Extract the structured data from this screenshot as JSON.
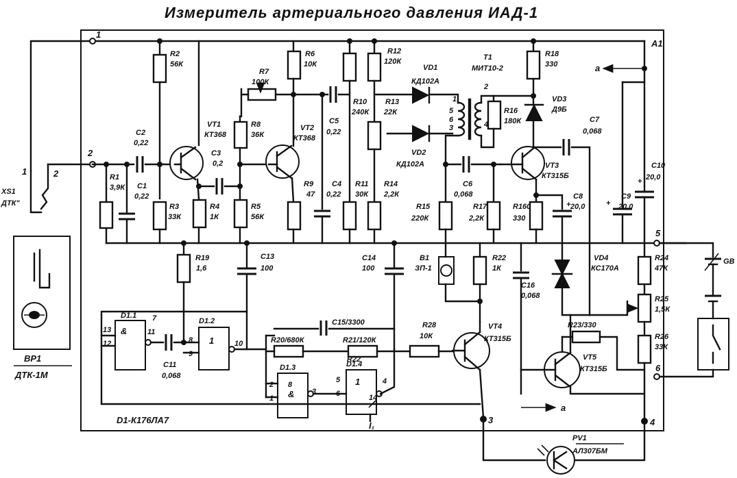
{
  "title": "Измеритель артериального давления ИАД-1",
  "board_label": "A1",
  "chip_label": "D1-К176ЛА7",
  "connector": {
    "ref": "XS1",
    "name": "ДТК\"",
    "pin1": "1",
    "pin2": "2"
  },
  "sensor": {
    "ref": "BP1",
    "name": "ДТК-1М"
  },
  "terminals": {
    "t1": "1",
    "t2": "2",
    "t3": "3",
    "t4": "4",
    "t5": "5",
    "t6": "6",
    "i1": "I₁"
  },
  "arrows": {
    "a_top": "a",
    "a_bottom": "a"
  },
  "resistors": {
    "R1": {
      "ref": "R1",
      "val": "3,9К"
    },
    "R2": {
      "ref": "R2",
      "val": "56К"
    },
    "R3": {
      "ref": "R3",
      "val": "33К"
    },
    "R4": {
      "ref": "R4",
      "val": "1К"
    },
    "R5": {
      "ref": "R5",
      "val": "56К"
    },
    "R6": {
      "ref": "R6",
      "val": "10К"
    },
    "R7": {
      "ref": "R7",
      "val": "100К"
    },
    "R8": {
      "ref": "R8",
      "val": "36К"
    },
    "R9": {
      "ref": "R9",
      "val": "47"
    },
    "R10": {
      "ref": "R10",
      "val": "240К"
    },
    "R11": {
      "ref": "R11",
      "val": "30К"
    },
    "R12": {
      "ref": "R12",
      "val": "120К"
    },
    "R13": {
      "ref": "R13",
      "val": "22К"
    },
    "R14": {
      "ref": "R14",
      "val": "2,2К"
    },
    "R15": {
      "ref": "R15",
      "val": "220К"
    },
    "R16": {
      "ref": "R16",
      "val": "180К"
    },
    "R17": {
      "ref": "R17",
      "val": "2,2К"
    },
    "R18": {
      "ref": "R18",
      "val": "330"
    },
    "R19": {
      "ref": "R19",
      "val": "1,6"
    },
    "R20": {
      "ref": "R20/680К",
      "val": ""
    },
    "R21": {
      "ref": "R21/120К",
      "val": ""
    },
    "R22": {
      "ref": "R22",
      "val": "1К"
    },
    "R23": {
      "ref": "R23/330",
      "val": ""
    },
    "R24": {
      "ref": "R24",
      "val": "47К"
    },
    "R25": {
      "ref": "R25",
      "val": "1,5К"
    },
    "R26": {
      "ref": "R26",
      "val": "33К"
    },
    "R28": {
      "ref": "R28",
      "val": "10К"
    },
    "R160": {
      "ref": "R160",
      "val": "330"
    }
  },
  "capacitors": {
    "C1": {
      "ref": "C1",
      "val": "0,22"
    },
    "C2": {
      "ref": "C2",
      "val": "0,22"
    },
    "C3": {
      "ref": "C3",
      "val": "0,2"
    },
    "C4": {
      "ref": "C4",
      "val": "0,22"
    },
    "C5": {
      "ref": "C5",
      "val": "0,22"
    },
    "C6": {
      "ref": "C6",
      "val": "0,068"
    },
    "C7": {
      "ref": "C7",
      "val": "0,068"
    },
    "C8": {
      "ref": "C8",
      "val": "20,0"
    },
    "C9": {
      "ref": "C9",
      "val": "20,0"
    },
    "C10": {
      "ref": "C10",
      "val": "20,0"
    },
    "C11": {
      "ref": "C11",
      "val": "0,068"
    },
    "C13": {
      "ref": "C13",
      "val": "100"
    },
    "C14": {
      "ref": "C14",
      "val": "100"
    },
    "C15": {
      "ref": "C15/3300",
      "val": ""
    },
    "C16": {
      "ref": "C16",
      "val": "0,068"
    }
  },
  "transistors": {
    "VT1": {
      "ref": "VT1",
      "val": "КТ368"
    },
    "VT2": {
      "ref": "VT2",
      "val": "КТ368"
    },
    "VT3": {
      "ref": "VT3",
      "val": "КТ315Б"
    },
    "VT4": {
      "ref": "VT4",
      "val": "КТ315Б"
    },
    "VT5": {
      "ref": "VT5",
      "val": "КТ315Б"
    }
  },
  "diodes": {
    "VD1": {
      "ref": "VD1",
      "val": "КД102А"
    },
    "VD2": {
      "ref": "VD2",
      "val": "КД102А"
    },
    "VD3": {
      "ref": "VD3",
      "val": "Д9Б"
    },
    "VD4": {
      "ref": "VD4",
      "val": "КС170А"
    }
  },
  "transformer": {
    "ref": "T1",
    "val": "МИТ10-2",
    "pins": [
      "5",
      "1",
      "2",
      "3",
      "4",
      "6"
    ]
  },
  "buzzer": {
    "ref": "B1",
    "val": "ЗП-1"
  },
  "optocoupler": {
    "ref": "PV1",
    "val": "АЛ307БМ"
  },
  "battery": {
    "ref": "GB"
  },
  "gates": {
    "g1": {
      "ref": "D1.1",
      "sym": "&",
      "pins": [
        "13",
        "12",
        "11"
      ]
    },
    "g2": {
      "ref": "D1.2",
      "sym": "1",
      "pins": [
        "8",
        "9",
        "10"
      ]
    },
    "g3": {
      "ref": "D1.3",
      "sym": "&",
      "pins": [
        "2",
        "1",
        "3"
      ]
    },
    "g4": {
      "ref": "D1.4",
      "sym": "1",
      "pins": [
        "5",
        "6",
        "4"
      ]
    }
  }
}
